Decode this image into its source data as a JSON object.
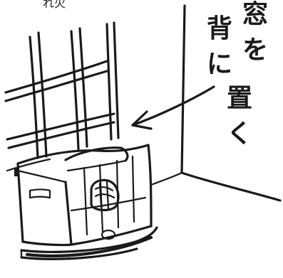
{
  "caption": {
    "chars": [
      "窓",
      "を",
      "背",
      "に",
      "置",
      "く"
    ]
  },
  "corner_label": "れ火",
  "ink_color": "#1a1a1a"
}
